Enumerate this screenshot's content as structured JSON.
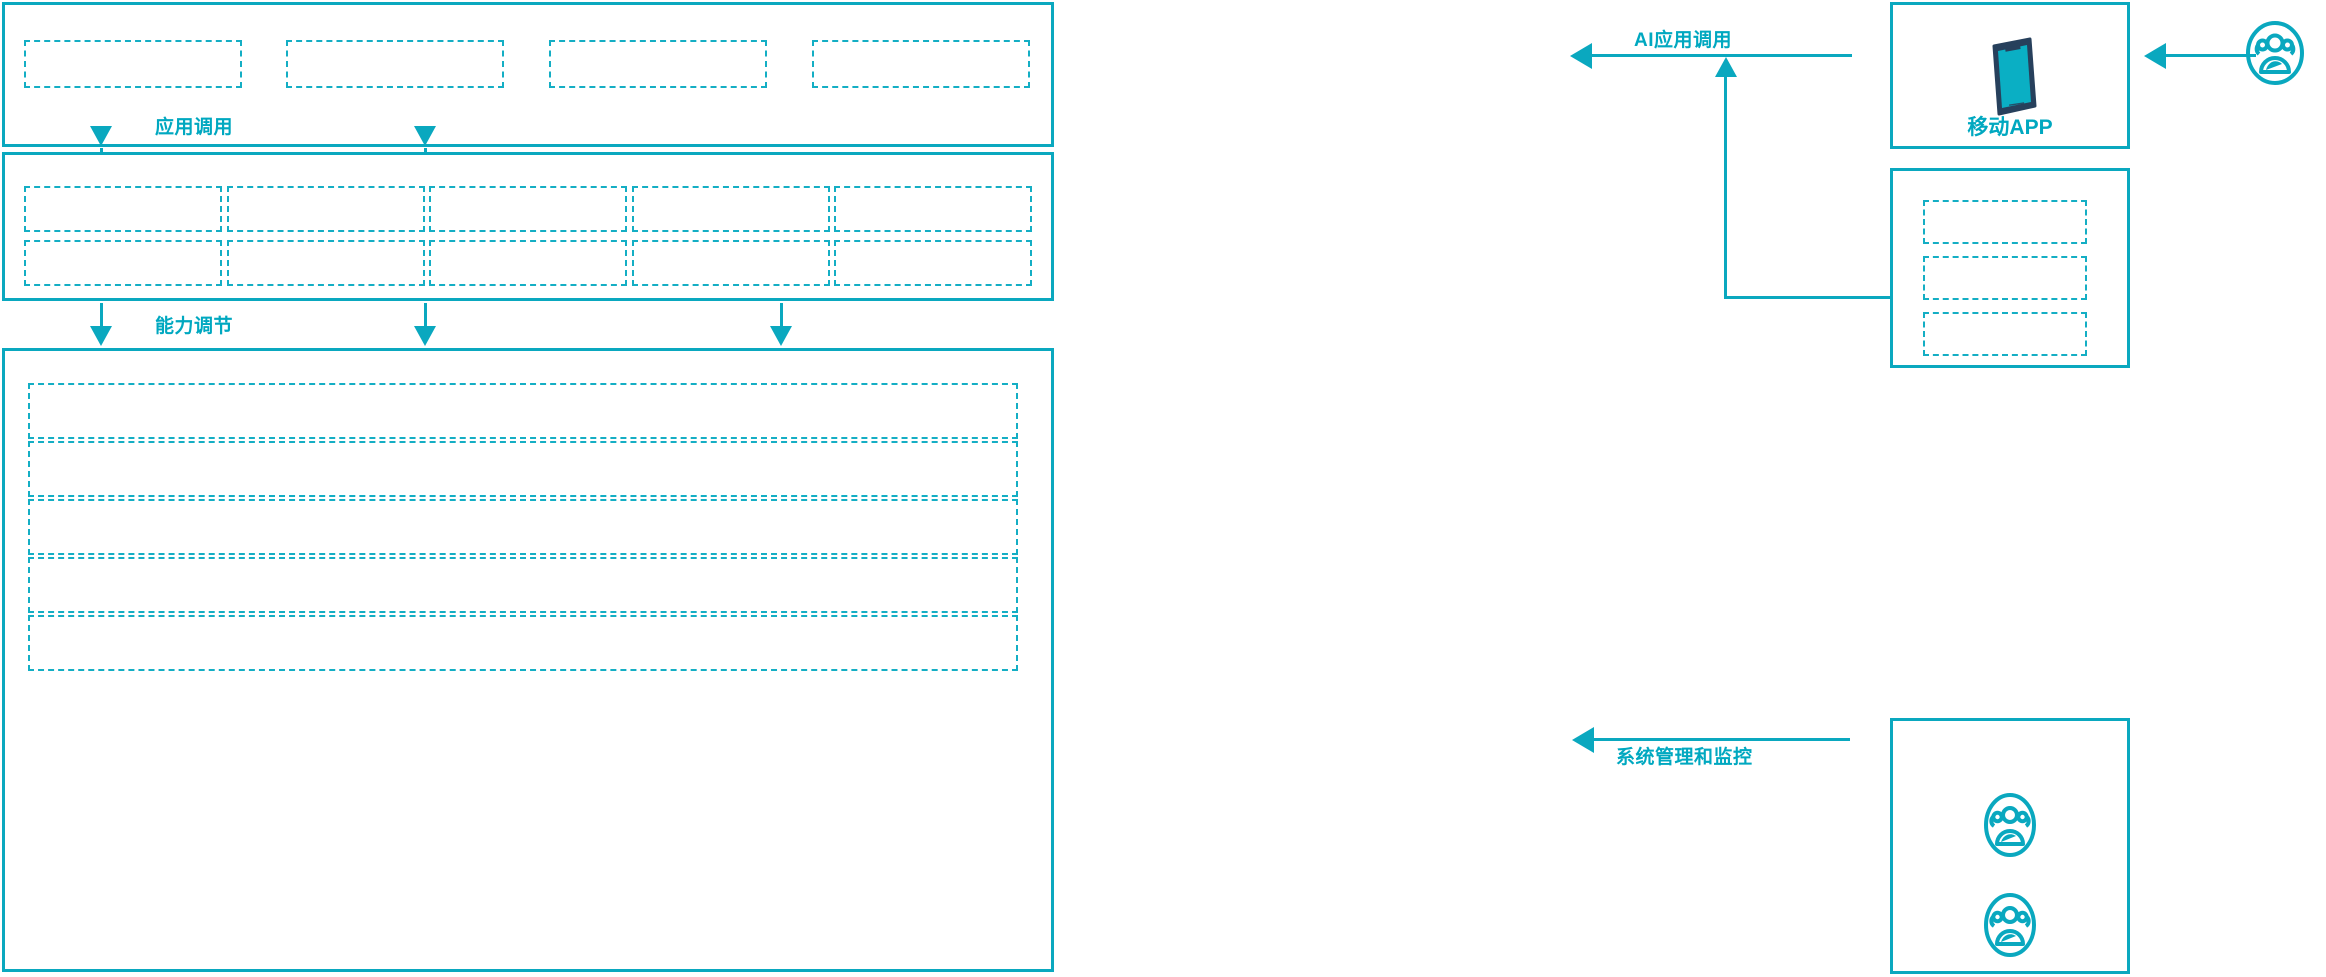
{
  "theme": {
    "accent": "#0aa8bf",
    "accent_text": "#00a8c0",
    "dash": "#14aec4",
    "phone_screen": "#0aafc4",
    "phone_frame": "#27405c",
    "background": "#ffffff"
  },
  "diagram": {
    "type": "layered-architecture-diagram",
    "layers": [
      {
        "id": "application-layer",
        "name": "application-layer-panel",
        "caption": "",
        "slots": [
          {
            "name": "app-slot-1",
            "label": ""
          },
          {
            "name": "app-slot-2",
            "label": ""
          },
          {
            "name": "app-slot-3",
            "label": ""
          },
          {
            "name": "app-slot-4",
            "label": ""
          }
        ]
      },
      {
        "id": "capability-layer",
        "name": "capability-layer-panel",
        "caption": "",
        "slots": [
          {
            "name": "capability-slot-r1c1",
            "label": ""
          },
          {
            "name": "capability-slot-r1c2",
            "label": ""
          },
          {
            "name": "capability-slot-r1c3",
            "label": ""
          },
          {
            "name": "capability-slot-r1c4",
            "label": ""
          },
          {
            "name": "capability-slot-r1c5",
            "label": ""
          },
          {
            "name": "capability-slot-r2c1",
            "label": ""
          },
          {
            "name": "capability-slot-r2c2",
            "label": ""
          },
          {
            "name": "capability-slot-r2c3",
            "label": ""
          },
          {
            "name": "capability-slot-r2c4",
            "label": ""
          },
          {
            "name": "capability-slot-r2c5",
            "label": ""
          }
        ]
      },
      {
        "id": "platform-layer",
        "name": "platform-layer-panel",
        "caption": "",
        "slots": [
          {
            "name": "platform-row-1",
            "label": ""
          },
          {
            "name": "platform-row-2",
            "label": ""
          },
          {
            "name": "platform-row-3",
            "label": ""
          },
          {
            "name": "platform-row-4",
            "label": ""
          },
          {
            "name": "platform-row-5",
            "label": ""
          }
        ]
      }
    ],
    "flow_labels": {
      "application_call": "应用调用",
      "capability_adjust": "能力调节",
      "ai_application_call": "AI应用调用",
      "system_management_monitoring": "系统管理和监控"
    },
    "right_panels": [
      {
        "id": "mobile-app-panel",
        "name": "mobile-app-panel",
        "caption": "移动APP",
        "icon": "smartphone-icon"
      },
      {
        "id": "channel-panel",
        "name": "channel-list-panel",
        "caption": "",
        "slots": [
          {
            "name": "channel-slot-1",
            "label": ""
          },
          {
            "name": "channel-slot-2",
            "label": ""
          },
          {
            "name": "channel-slot-3",
            "label": ""
          }
        ]
      },
      {
        "id": "operations-panel",
        "name": "operations-users-panel",
        "caption": "",
        "icons": [
          {
            "name": "user-group-icon-top"
          },
          {
            "name": "user-group-icon-bottom"
          }
        ]
      }
    ],
    "external_actor": {
      "name": "external-user-group-icon",
      "icon": "user-group-icon",
      "label": ""
    }
  }
}
